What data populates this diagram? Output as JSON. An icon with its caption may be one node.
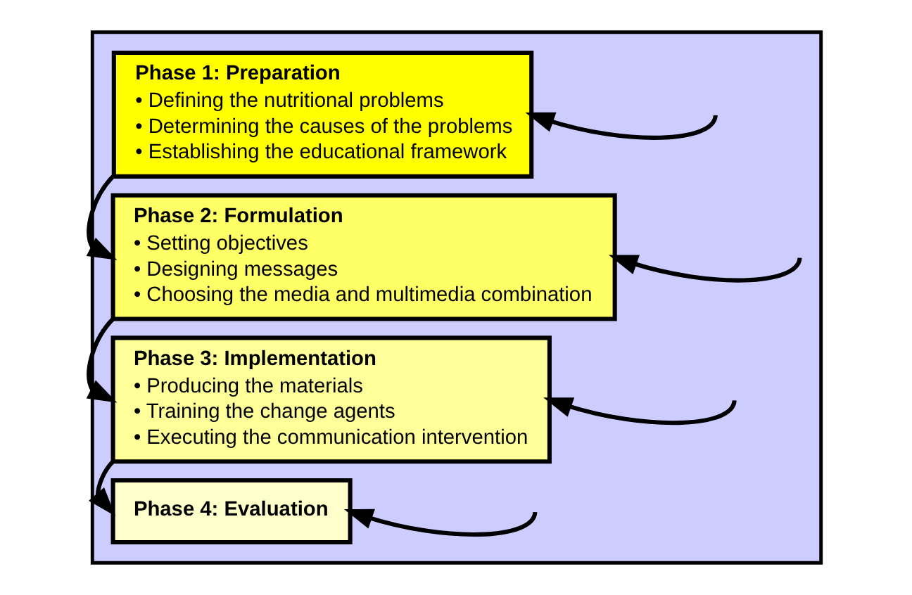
{
  "diagram": {
    "nodes": [
      {
        "text": [],
        "shape": "box"
      },
      {
        "text": [
          "Phase 1: Preparation",
          "• Defining the nutritional problems",
          "• Determining the causes of the problems",
          "• Establishing the educational framework"
        ],
        "in": 0
      },
      {
        "text": [
          "Phase 2: Formulation",
          "• Setting objectives",
          "• Designing messages",
          "• Choosing the media and multimedia combination"
        ],
        "in": 0
      },
      {
        "text": [
          "Phase 3: Implementation",
          "• Producing the materials",
          "• Training the change agents",
          "• Executing the communication intervention"
        ],
        "in": 0
      },
      {
        "text": [
          "Phase 4: Evaluation"
        ],
        "in": 0
      }
    ],
    "edges": [
      {
        "from": 1,
        "to": 2,
        "arrow": "to"
      },
      {
        "from": 2,
        "to": 3,
        "arrow": "to"
      },
      {
        "from": 3,
        "to": 4,
        "arrow": "to"
      },
      {
        "from": null,
        "to": 1,
        "arrow": "to"
      },
      {
        "from": null,
        "to": 2,
        "arrow": "to"
      },
      {
        "from": null,
        "to": 3,
        "arrow": "to"
      },
      {
        "from": null,
        "to": 4,
        "arrow": "to"
      }
    ]
  }
}
